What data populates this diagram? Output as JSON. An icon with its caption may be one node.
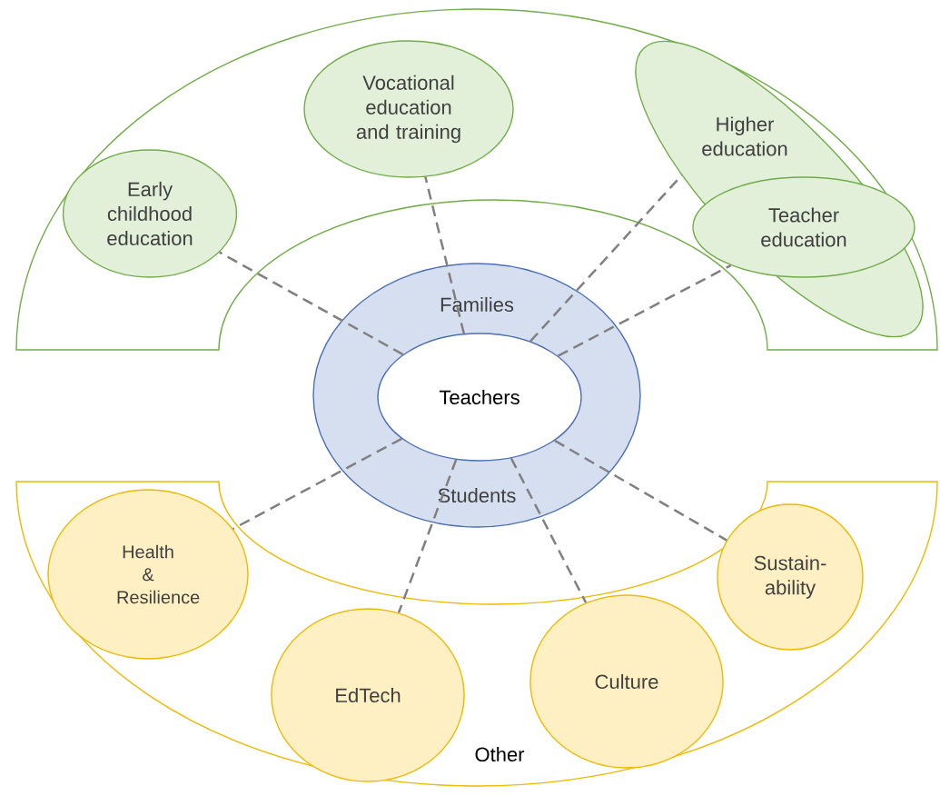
{
  "diagram": {
    "nodes": [
      {
        "text": [],
        "shape": "band"
      },
      {
        "text": [
          "Early childhood education"
        ],
        "in": 0
      },
      {
        "text": [
          "Vocational education and training"
        ],
        "in": 0
      },
      {
        "text": [
          "Higher education"
        ],
        "in": 0
      },
      {
        "text": [
          "Teacher education"
        ],
        "in": 3
      },
      {
        "text": [
          "Families",
          "Students"
        ]
      },
      {
        "text": [
          "Teachers"
        ],
        "in": 5
      },
      {
        "text": [
          "Other"
        ]
      },
      {
        "text": [
          "Health & Resilience"
        ],
        "in": 7
      },
      {
        "text": [
          "EdTech"
        ],
        "in": 7
      },
      {
        "text": [
          "Culture"
        ],
        "in": 7
      },
      {
        "text": [
          "Sustain-ability"
        ],
        "in": 7
      }
    ],
    "edges": [
      {
        "from": 6,
        "to": 1,
        "arrow": "none",
        "style": "dashed"
      },
      {
        "from": 6,
        "to": 2,
        "arrow": "none",
        "style": "dashed"
      },
      {
        "from": 6,
        "to": 3,
        "arrow": "none",
        "style": "dashed"
      },
      {
        "from": 6,
        "to": 4,
        "arrow": "none",
        "style": "dashed"
      },
      {
        "from": 6,
        "to": 8,
        "arrow": "none",
        "style": "dashed"
      },
      {
        "from": 6,
        "to": 9,
        "arrow": "none",
        "style": "dashed"
      },
      {
        "from": 6,
        "to": 10,
        "arrow": "none",
        "style": "dashed"
      },
      {
        "from": 6,
        "to": 11,
        "arrow": "none",
        "style": "dashed"
      }
    ]
  }
}
